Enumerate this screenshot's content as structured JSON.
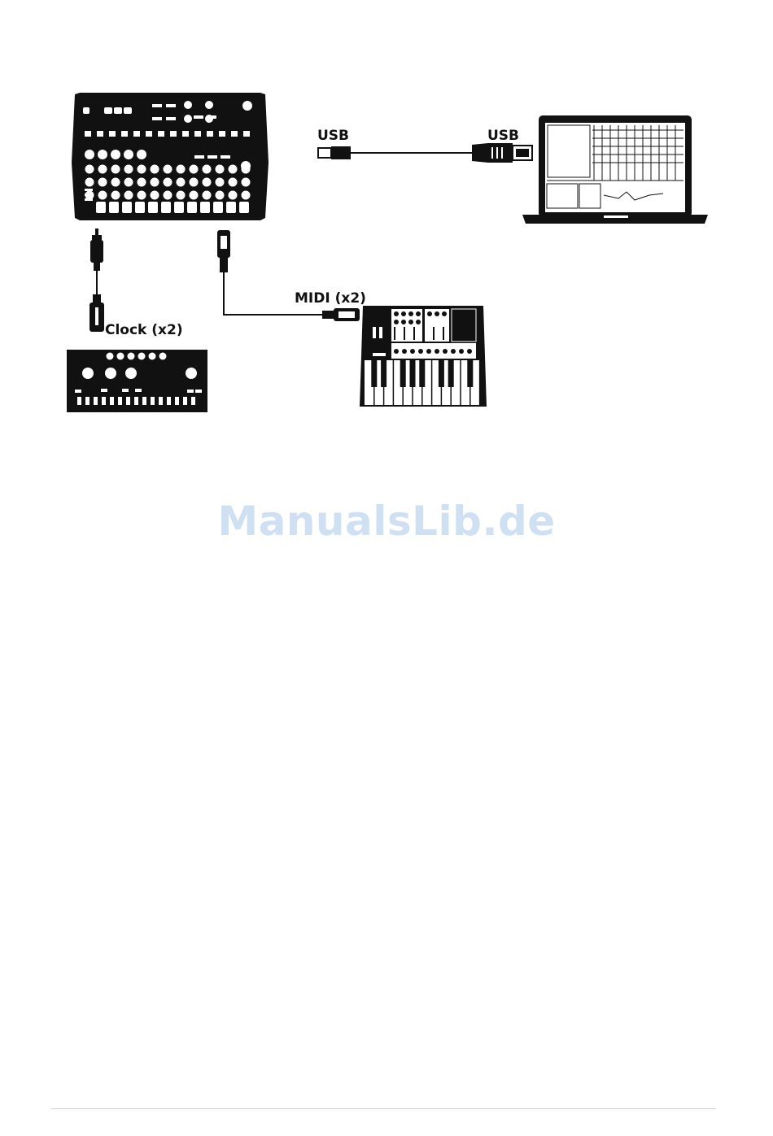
{
  "labels": {
    "usb_left": "USB",
    "usb_right": "USB",
    "midi": "MIDI (x2)",
    "clock": "Clock (x2)"
  },
  "watermark": {
    "text": "ManualsLib.de",
    "color": "#cfe0f3"
  },
  "colors": {
    "device": "#111111",
    "key_white": "#ffffff"
  }
}
